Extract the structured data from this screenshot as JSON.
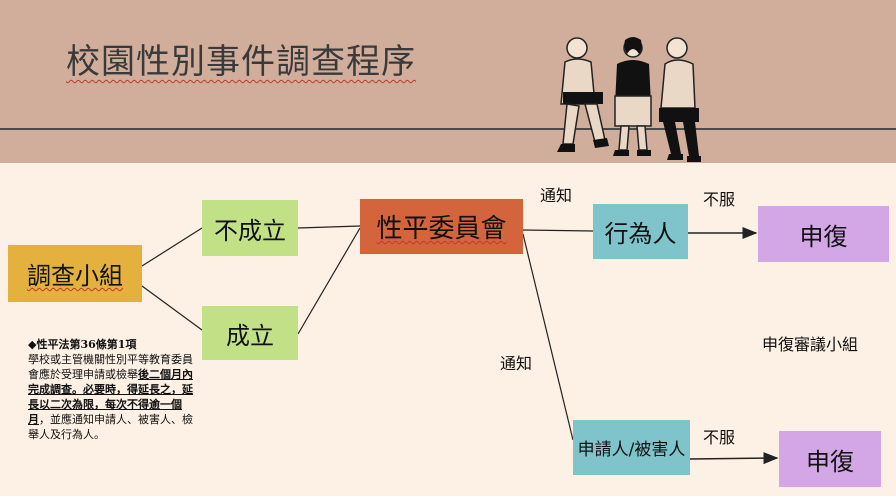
{
  "title": "校園性別事件調查程序",
  "nodes": {
    "investigation": "調查小組",
    "not_established": "不成立",
    "established": "成立",
    "committee": "性平委員會",
    "actor": "行為人",
    "appeal_top": "申復",
    "claimant_victim": "申請人/被害人",
    "appeal_bottom": "申復"
  },
  "labels": {
    "notify_top": "通知",
    "notify_bottom": "通知",
    "dissatisfied_top": "不服",
    "dissatisfied_bottom": "不服",
    "review_group": "申復審議小組"
  },
  "note": {
    "heading": "◆性平法第36條第1項",
    "line1": "學校或主管機關性別平等教育委員會應於受理申請或檢舉",
    "bold1": "後二個月內完成調查",
    "bold2": "。必要時，得延長之，延長以二次為限，每次不得逾一個月",
    "line2": "，並應通知申請人、被害人、檢舉人及行為人。"
  }
}
